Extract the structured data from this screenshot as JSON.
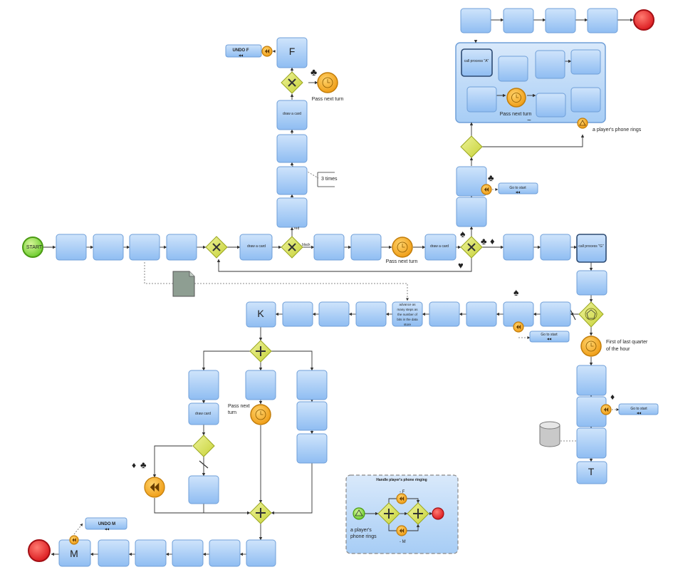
{
  "labels": {
    "start": "START",
    "F": "F",
    "K": "K",
    "T": "T",
    "M": "M",
    "undo_f": "UNDO F",
    "undo_m": "UNDO M",
    "rewind_glyph": "◀◀",
    "tilde": "~",
    "draw_a_card": "draw a card",
    "draw_card": "draw card",
    "red": "red",
    "black": "black",
    "three_times": "3 times",
    "pass_next_turn": "Pass next turn",
    "pass_next": "Pass next",
    "turn": "turn",
    "go_to_start": "Go to start",
    "call_process_a": "call process \"A\"",
    "call_process_g": "call process \"G\"",
    "phone_rings": "a player's phone rings",
    "phone_rings_l1": "a player's",
    "phone_rings_l2": "phone rings",
    "advance_1": "advance as",
    "advance_2": "many steps as",
    "advance_3": "the number of",
    "advance_4": "bits in the data",
    "advance_5": "store",
    "first_last_1": "First of last quarter",
    "first_last_2": "of the hour",
    "handle_title": "Handle player's phone ringing",
    "minus_f": "- F",
    "minus_m": "- M"
  },
  "suits": {
    "spade": "♠",
    "club": "♣",
    "diamond": "♦",
    "heart": "♥"
  },
  "colors": {
    "task_fill": "#a9cdf7",
    "task_stroke": "#6f9fd8",
    "gateway": "#d6e05a",
    "timer": "#f5a623",
    "start_event": "#7dd64a",
    "end_event": "#e8262b",
    "suit_red": "#d42020"
  }
}
